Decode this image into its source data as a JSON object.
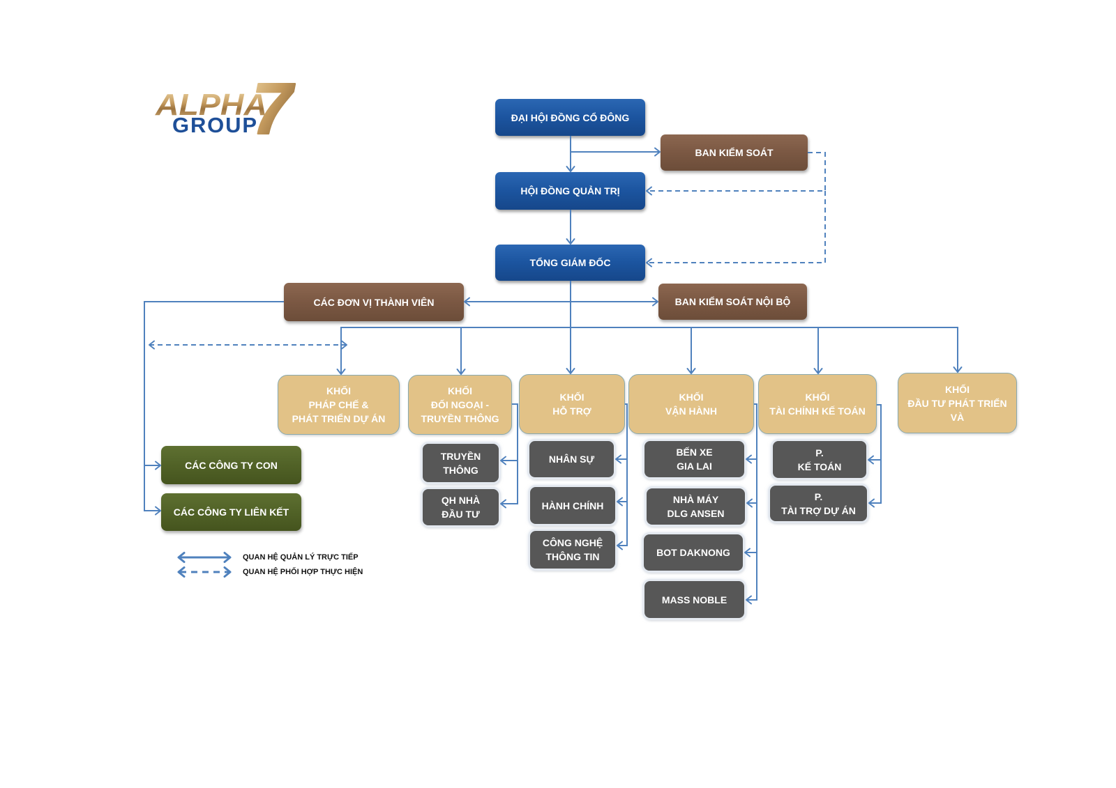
{
  "logo": {
    "word": "ALPHA",
    "numeral": "7",
    "subword": "GROUP"
  },
  "governance": {
    "shareholders_meeting": "ĐẠI HỘI ĐỒNG CỔ ĐÔNG",
    "supervisory_board": "BAN KIỂM SOÁT",
    "board_of_directors": "HỘI ĐỒNG QUẢN TRỊ",
    "general_director": "TỔNG GIÁM ĐỐC",
    "internal_audit": "BAN KIỂM SOÁT NỘI BỘ"
  },
  "member_units": {
    "label": "CÁC ĐƠN VỊ THÀNH VIÊN",
    "companies": [
      "CÁC CÔNG TY CON",
      "CÁC CÔNG TY LIÊN KẾT"
    ]
  },
  "blocks": [
    {
      "label": "KHỐI\nPHÁP CHẾ &\nPHÁT TRIỂN DỰ ÁN",
      "units": []
    },
    {
      "label": "KHỐI\nĐỐI NGOẠI -\nTRUYỀN THÔNG",
      "units": [
        "TRUYỀN\nTHÔNG",
        "QH NHÀ\nĐẦU TƯ"
      ]
    },
    {
      "label": "KHỐI\nHỖ TRỢ",
      "units": [
        "NHÂN SỰ",
        "HÀNH CHÍNH",
        "CÔNG NGHỆ\nTHÔNG TIN"
      ]
    },
    {
      "label": "KHỐI\nVẬN HÀNH",
      "units": [
        "BẾN XE\nGIA LAI",
        "NHÀ MÁY\nDLG ANSEN",
        "BOT DAKNONG",
        "MASS NOBLE"
      ]
    },
    {
      "label": "KHỐI\nTÀI CHÍNH KẾ TOÁN",
      "units": [
        "P.\nKẾ TOÁN",
        "P.\nTÀI TRỢ DỰ ÁN"
      ]
    },
    {
      "label": "KHỐI\nĐẦU TƯ PHÁT TRIỂN\nVÀ",
      "units": []
    }
  ],
  "legend": [
    {
      "label": "QUAN HỆ QUẢN LÝ TRỰC TIẾP",
      "line_style": "solid",
      "icon": "double-arrow-solid-icon"
    },
    {
      "label": "QUAN HỆ PHỐI HỢP THỰC HIỆN",
      "line_style": "dashed",
      "icon": "double-arrow-dashed-icon"
    }
  ],
  "connections": [
    {
      "from": "ĐẠI HỘI ĐỒNG CỔ ĐÔNG",
      "to": [
        "HỘI ĐỒNG QUẢN TRỊ",
        "BAN KIỂM SOÁT"
      ],
      "line_style": "solid"
    },
    {
      "from": "HỘI ĐỒNG QUẢN TRỊ",
      "to": [
        "TỔNG GIÁM ĐỐC"
      ],
      "line_style": "solid"
    },
    {
      "from": "BAN KIỂM SOÁT",
      "to": [
        "HỘI ĐỒNG QUẢN TRỊ",
        "TỔNG GIÁM ĐỐC"
      ],
      "line_style": "dashed"
    },
    {
      "from": "TỔNG GIÁM ĐỐC",
      "to": [
        "CÁC ĐƠN VỊ THÀNH VIÊN",
        "BAN KIỂM SOÁT NỘI BỘ",
        "KHỐI PHÁP CHẾ & PHÁT TRIỂN DỰ ÁN",
        "KHỐI ĐỐI NGOẠI - TRUYỀN THÔNG",
        "KHỐI HỖ TRỢ",
        "KHỐI VẬN HÀNH",
        "KHỐI TÀI CHÍNH KẾ TOÁN",
        "KHỐI ĐẦU TƯ PHÁT TRIỂN VÀ"
      ],
      "line_style": "solid"
    },
    {
      "from": "CÁC ĐƠN VỊ THÀNH VIÊN",
      "to": [
        "CÁC CÔNG TY CON",
        "CÁC CÔNG TY LIÊN KẾT"
      ],
      "line_style": "solid"
    },
    {
      "from": "CÁC ĐƠN VỊ THÀNH VIÊN",
      "to": [
        "KHỐI PHÁP CHẾ & PHÁT TRIỂN DỰ ÁN"
      ],
      "line_style": "dashed",
      "bidirectional": true
    }
  ],
  "colors": {
    "governance_blue": "#1c55a0",
    "control_brown": "#7b5843",
    "block_tan": "#e2c287",
    "block_border": "#89a9ae",
    "unit_gray": "#575757",
    "affiliate_green": "#516227",
    "connector": "#4f81bd",
    "logo_gold": "#c49a5e",
    "logo_blue": "#1e4f98",
    "box_text": "#ffffff",
    "legend_text": "#111111"
  }
}
